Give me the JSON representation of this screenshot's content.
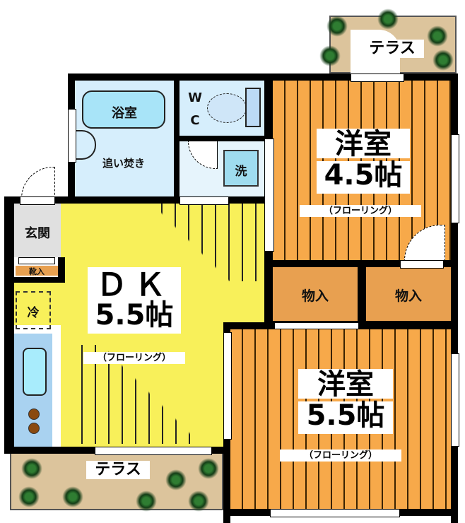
{
  "floor_plan": {
    "rooms": [
      {
        "id": "western-room-1",
        "name": "洋室",
        "size": "4.5帖",
        "flooring": "（フローリング）",
        "color": "#f7a94a"
      },
      {
        "id": "western-room-2",
        "name": "洋室",
        "size": "5.5帖",
        "flooring": "（フローリング）",
        "color": "#f7a94a"
      },
      {
        "id": "dining-kitchen",
        "name": "ＤＫ",
        "size": "5.5帖",
        "flooring": "（フローリング）",
        "color": "#f8f05a"
      },
      {
        "id": "bathroom",
        "name": "浴室",
        "extra": "追い焚き",
        "color": "#d6eefc"
      },
      {
        "id": "toilet",
        "name": "ＷＣ",
        "line1": "W",
        "line2": "C",
        "color": "#d6eefc"
      },
      {
        "id": "entrance",
        "name": "玄関",
        "color": "#dcdcdc"
      },
      {
        "id": "shoe-storage",
        "name": "靴入",
        "color": "#e8a050"
      }
    ],
    "fixtures": {
      "washer": "洗",
      "fridge": "冷"
    },
    "storage": [
      {
        "id": "storage-1",
        "name": "物入",
        "color": "#e8a050"
      },
      {
        "id": "storage-2",
        "name": "物入",
        "color": "#e8a050"
      }
    ],
    "terraces": [
      {
        "id": "terrace-top",
        "name": "テラス",
        "color": "#dcc49c"
      },
      {
        "id": "terrace-bottom",
        "name": "テラス",
        "color": "#dcc49c"
      }
    ]
  }
}
